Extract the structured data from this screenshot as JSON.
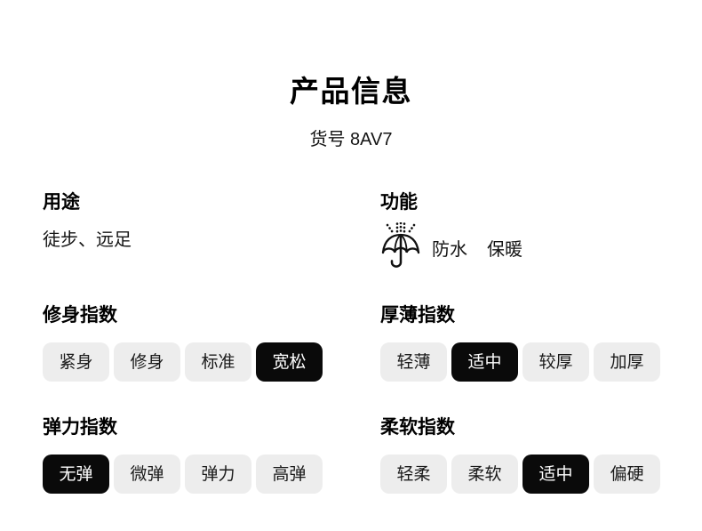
{
  "header": {
    "title": "产品信息",
    "subtitle": "货号 8AV7"
  },
  "colors": {
    "page_bg": "#ffffff",
    "chip_bg": "#ededed",
    "chip_selected_bg": "#0a0a0a",
    "chip_text": "#1a1a1a",
    "chip_selected_text": "#ffffff"
  },
  "sections": {
    "usage": {
      "title": "用途",
      "value": "徒步、远足"
    },
    "features": {
      "title": "功能",
      "icon": "umbrella-rain-icon",
      "items": [
        "防水",
        "保暖"
      ]
    },
    "fit": {
      "title": "修身指数",
      "options": [
        {
          "label": "紧身",
          "selected": false
        },
        {
          "label": "修身",
          "selected": false
        },
        {
          "label": "标准",
          "selected": false
        },
        {
          "label": "宽松",
          "selected": true
        }
      ]
    },
    "thickness": {
      "title": "厚薄指数",
      "options": [
        {
          "label": "轻薄",
          "selected": false
        },
        {
          "label": "适中",
          "selected": true
        },
        {
          "label": "较厚",
          "selected": false
        },
        {
          "label": "加厚",
          "selected": false
        }
      ]
    },
    "elasticity": {
      "title": "弹力指数",
      "options": [
        {
          "label": "无弹",
          "selected": true
        },
        {
          "label": "微弹",
          "selected": false
        },
        {
          "label": "弹力",
          "selected": false
        },
        {
          "label": "高弹",
          "selected": false
        }
      ]
    },
    "softness": {
      "title": "柔软指数",
      "options": [
        {
          "label": "轻柔",
          "selected": false
        },
        {
          "label": "柔软",
          "selected": false
        },
        {
          "label": "适中",
          "selected": true
        },
        {
          "label": "偏硬",
          "selected": false
        }
      ]
    }
  }
}
